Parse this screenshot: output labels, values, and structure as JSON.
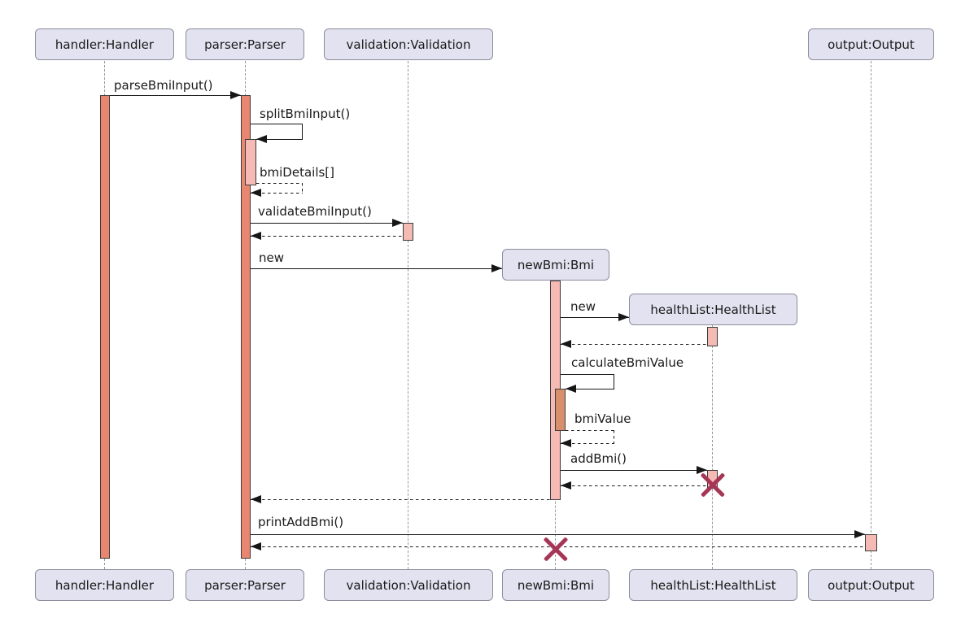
{
  "diagram_type": "uml-sequence-diagram",
  "participants": [
    {
      "id": "handler",
      "label": "handler:Handler"
    },
    {
      "id": "parser",
      "label": "parser:Parser"
    },
    {
      "id": "validation",
      "label": "validation:Validation"
    },
    {
      "id": "newBmi",
      "label": "newBmi:Bmi",
      "created_during_sequence": true
    },
    {
      "id": "healthList",
      "label": "healthList:HealthList",
      "created_during_sequence": true
    },
    {
      "id": "output",
      "label": "output:Output"
    }
  ],
  "messages": [
    {
      "label": "parseBmiInput()",
      "from": "handler",
      "to": "parser",
      "kind": "call"
    },
    {
      "label": "splitBmiInput()",
      "from": "parser",
      "to": "parser",
      "kind": "self-call"
    },
    {
      "label": "bmiDetails[]",
      "from": "parser",
      "to": "parser",
      "kind": "self-return"
    },
    {
      "label": "validateBmiInput()",
      "from": "parser",
      "to": "validation",
      "kind": "call"
    },
    {
      "label": "",
      "from": "validation",
      "to": "parser",
      "kind": "return"
    },
    {
      "label": "new",
      "from": "parser",
      "to": "newBmi",
      "kind": "create"
    },
    {
      "label": "new",
      "from": "newBmi",
      "to": "healthList",
      "kind": "create"
    },
    {
      "label": "",
      "from": "healthList",
      "to": "newBmi",
      "kind": "return"
    },
    {
      "label": "calculateBmiValue",
      "from": "newBmi",
      "to": "newBmi",
      "kind": "self-call"
    },
    {
      "label": "bmiValue",
      "from": "newBmi",
      "to": "newBmi",
      "kind": "self-return"
    },
    {
      "label": "addBmi()",
      "from": "newBmi",
      "to": "healthList",
      "kind": "call"
    },
    {
      "label": "",
      "from": "healthList",
      "to": "newBmi",
      "kind": "return"
    },
    {
      "label": "",
      "from": "newBmi",
      "to": "parser",
      "kind": "return"
    },
    {
      "label": "printAddBmi()",
      "from": "parser",
      "to": "output",
      "kind": "call"
    },
    {
      "label": "",
      "from": "output",
      "to": "parser",
      "kind": "return"
    }
  ],
  "destroy_marks": [
    "healthList",
    "newBmi"
  ],
  "colors": {
    "background": "#FFFFFF",
    "participant_fill": "#E2E2F0",
    "participant_border": "#8C8C9C",
    "activation_primary": "#E9866F",
    "activation_secondary": "#F5BAB3",
    "activation_tertiary": "#D8906C",
    "activation_border": "#3B3B3B",
    "message_line": "#161616",
    "lifeline": "#999999",
    "destroy_x": "#A63655"
  }
}
